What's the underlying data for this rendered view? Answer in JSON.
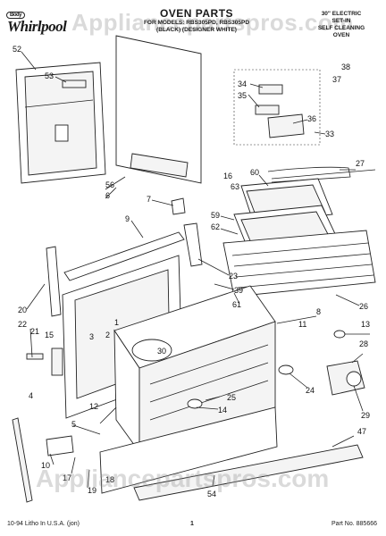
{
  "header": {
    "brand": "Whirlpool",
    "brand_mark": "Body",
    "title": "OVEN PARTS",
    "model_line1": "FOR MODELS: RBS305PD, RBS305PD",
    "model_line2": "(BLACK) (DESIGNER WHITE)",
    "spec_line1": "30\" ELECTRIC",
    "spec_line2": "SET-IN",
    "spec_line3": "SELF CLEANING",
    "spec_line4": "OVEN"
  },
  "watermark": {
    "top": "Appliancepartspros.com",
    "bottom": "Appliancepartspros.com"
  },
  "footer": {
    "litho": "10-94 Litho In U.S.A. (jon)",
    "page": "1",
    "part_no": "Part No. 885666"
  },
  "callouts": [
    "52",
    "53",
    "34",
    "35",
    "36",
    "37",
    "38",
    "33",
    "27",
    "60",
    "16",
    "63",
    "56",
    "6",
    "7",
    "9",
    "59",
    "62",
    "23",
    "39",
    "61",
    "26",
    "20",
    "22",
    "21",
    "15",
    "3",
    "2",
    "1",
    "30",
    "8",
    "11",
    "13",
    "28",
    "4",
    "12",
    "25",
    "14",
    "24",
    "5",
    "47",
    "29",
    "10",
    "17",
    "18",
    "19",
    "54"
  ]
}
